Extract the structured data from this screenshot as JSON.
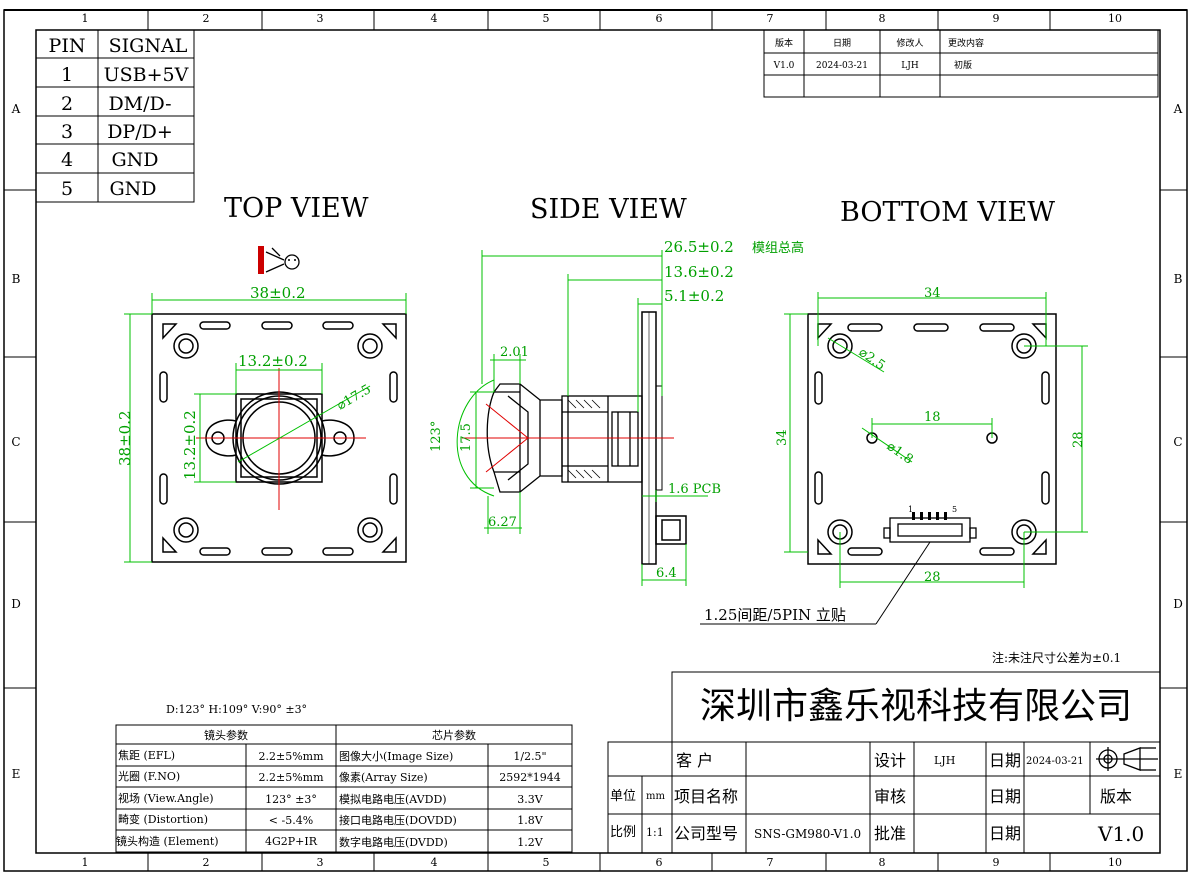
{
  "sheet": {
    "grid_columns": [
      "1",
      "2",
      "3",
      "4",
      "5",
      "6",
      "7",
      "8",
      "9",
      "10"
    ],
    "grid_rows": [
      "A",
      "B",
      "C",
      "D",
      "E"
    ]
  },
  "pin_table": {
    "headers": [
      "PIN",
      "SIGNAL"
    ],
    "rows": [
      {
        "pin": "1",
        "signal": "USB+5V"
      },
      {
        "pin": "2",
        "signal": "DM/D-"
      },
      {
        "pin": "3",
        "signal": "DP/D+"
      },
      {
        "pin": "4",
        "signal": "GND"
      },
      {
        "pin": "5",
        "signal": "GND"
      }
    ]
  },
  "revision_table": {
    "headers": [
      "版本",
      "日期",
      "修改人",
      "更改内容"
    ],
    "row": {
      "version": "V1.0",
      "date": "2024-03-21",
      "author": "LJH",
      "content": "初版"
    }
  },
  "views": {
    "top": {
      "title": "TOP VIEW",
      "dim_width": "38±0.2",
      "dim_height": "38±0.2",
      "dim_lens_w": "13.2±0.2",
      "dim_lens_h": "13.2±0.2",
      "dim_lens_dia": "⌀17.5"
    },
    "side": {
      "title": "SIDE VIEW",
      "dim_total": "26.5±0.2",
      "dim_total_note": "模组总高",
      "dim_mid": "13.6±0.2",
      "dim_small": "5.1±0.2",
      "dim_lens_top": "2.01",
      "dim_fov": "123°",
      "dim_lens_h": "17.5",
      "dim_pcb": "1.6 PCB",
      "dim_lens_bottom": "6.27",
      "dim_connector": "6.4"
    },
    "bottom": {
      "title": "BOTTOM VIEW",
      "dim_hole_span_top": "34",
      "dim_hole_dia": "⌀2.5",
      "dim_side": "34",
      "dim_hole_pitch": "18",
      "dim_small_hole": "⌀1.8",
      "dim_right": "28",
      "dim_bottom": "28",
      "connector_pin_first": "1",
      "connector_pin_last": "5",
      "connector_note": "1.25间距/5PIN 立贴"
    }
  },
  "tolerance_note": "注:未注尺寸公差为±0.1",
  "fov_note": "D:123° H:109° V:90° ±3°",
  "lens_table": {
    "title": "镜头参数",
    "rows": [
      {
        "name": "焦距 (EFL)",
        "value": "2.2±5%mm"
      },
      {
        "name": "光圈 (F.NO)",
        "value": "2.2±5%mm"
      },
      {
        "name": "视场 (View.Angle)",
        "value": "123° ±3°"
      },
      {
        "name": "畸变 (Distortion)",
        "value": "< -5.4%"
      },
      {
        "name": "镜头构造 (Element)",
        "value": "4G2P+IR"
      }
    ]
  },
  "chip_table": {
    "title": "芯片参数",
    "rows": [
      {
        "name": "图像大小(Image Size)",
        "value": "1/2.5\""
      },
      {
        "name": "像素(Array Size)",
        "value": "2592*1944"
      },
      {
        "name": "模拟电路电压(AVDD)",
        "value": "3.3V"
      },
      {
        "name": "接口电路电压(DOVDD)",
        "value": "1.8V"
      },
      {
        "name": "数字电路电压(DVDD)",
        "value": "1.2V"
      }
    ]
  },
  "title_block": {
    "company": "深圳市鑫乐视科技有限公司",
    "customer_label": "客  户",
    "customer_value": "",
    "design_label": "设计",
    "design_value": "LJH",
    "date_label": "日期",
    "date_value": "2024-03-21",
    "unit_label": "单位",
    "unit_value": "mm",
    "project_label": "项目名称",
    "project_value": "",
    "review_label": "审核",
    "review_value": "",
    "date2_label": "日期",
    "date2_value": "",
    "version_label": "版本",
    "scale_label": "比例",
    "scale_value": "1:1",
    "model_label": "公司型号",
    "model_value": "SNS-GM980-V1.0",
    "approve_label": "批准",
    "approve_value": "",
    "date3_label": "日期",
    "date3_value": "",
    "version_value": "V1.0"
  },
  "colors": {
    "ink": "#000000",
    "dimension": "#00a000",
    "centerline": "#e00000",
    "border": "#000000"
  }
}
